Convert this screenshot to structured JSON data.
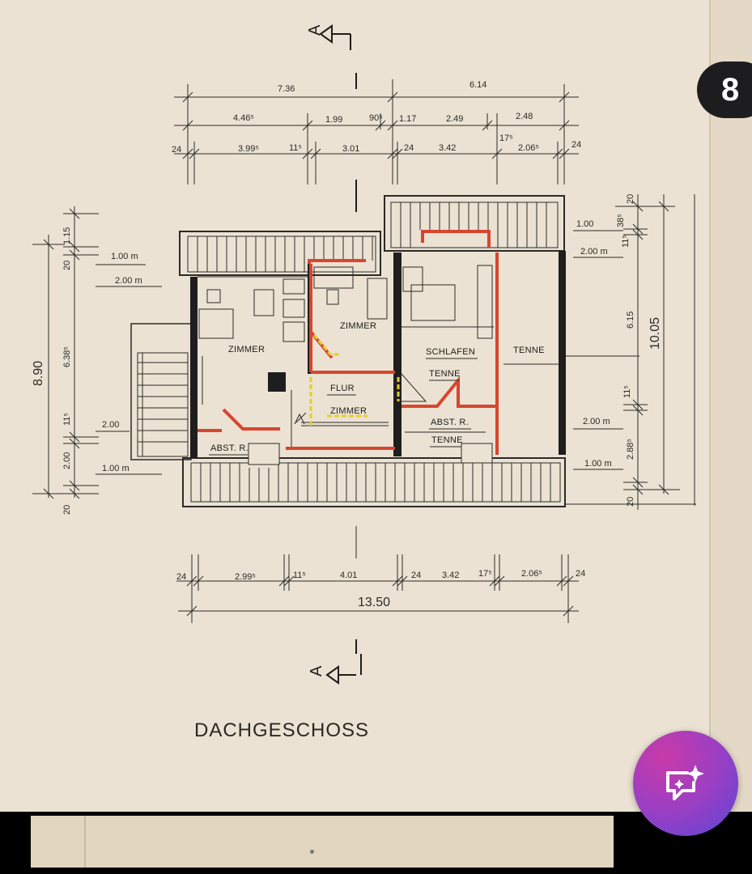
{
  "page_number": "8",
  "drawing": {
    "title": "DACHGESCHOSS",
    "section_marker": "A",
    "rooms": {
      "zimmer_left": "ZIMMER",
      "zimmer_mid": "ZIMMER",
      "schlafen": "SCHLAFEN",
      "tenne_right": "TENNE",
      "tenne_small": "TENNE",
      "flur": "FLUR",
      "zimmer_flur": "ZIMMER",
      "abst_left": "ABST. R.",
      "abst_right": "ABST. R.",
      "tenne_bottom": "TENNE"
    },
    "dims_top": {
      "r1a": "7.36",
      "r1b": "6.14",
      "r2a": "4.46⁵",
      "r2b": "1.99",
      "r2c": "90⁵",
      "r2d": "1.17",
      "r2e": "2.49",
      "r2f": "2.48",
      "r3a": "24",
      "r3b": "3.99⁵",
      "r3c": "11⁵",
      "r3d": "3.01",
      "r3e": "24",
      "r3f": "3.42",
      "r3g": "17⁵",
      "r3h": "2.06⁵",
      "r3i": "24"
    },
    "dims_bottom": {
      "a": "24",
      "b": "2.99⁵",
      "c": "11⁵",
      "d": "4.01",
      "e": "24",
      "f": "3.42",
      "g": "17⁵",
      "h": "2.06⁵",
      "i": "24",
      "total": "13.50"
    },
    "dims_left": {
      "total": "8.90",
      "a": "1.15",
      "b": "20",
      "c": "6.38⁵",
      "d": "11⁵",
      "e": "2.00",
      "f": "20",
      "m1": "1.00 m",
      "m2": "2.00 m",
      "m3": "2.00",
      "m4": "1.00 m"
    },
    "dims_right": {
      "total": "10.05",
      "a": "20",
      "b": "38⁵",
      "c": "11⁵",
      "d": "6.15",
      "e": "11⁵",
      "f": "2.88⁵",
      "g": "20",
      "m1": "1.00",
      "m2": "2.00 m",
      "m3": "2.00 m",
      "m4": "1.00 m"
    }
  },
  "colors": {
    "paper": "#ebe2d3",
    "red_wall": "#d8452e",
    "yellow_wall": "#e2cf2a",
    "badge_bg": "#1d1d1f",
    "fab_gradient_start": "#c93aa8",
    "fab_gradient_end": "#5a44d6"
  },
  "icons": {
    "fab": "ai-chat-sparkle-icon"
  }
}
